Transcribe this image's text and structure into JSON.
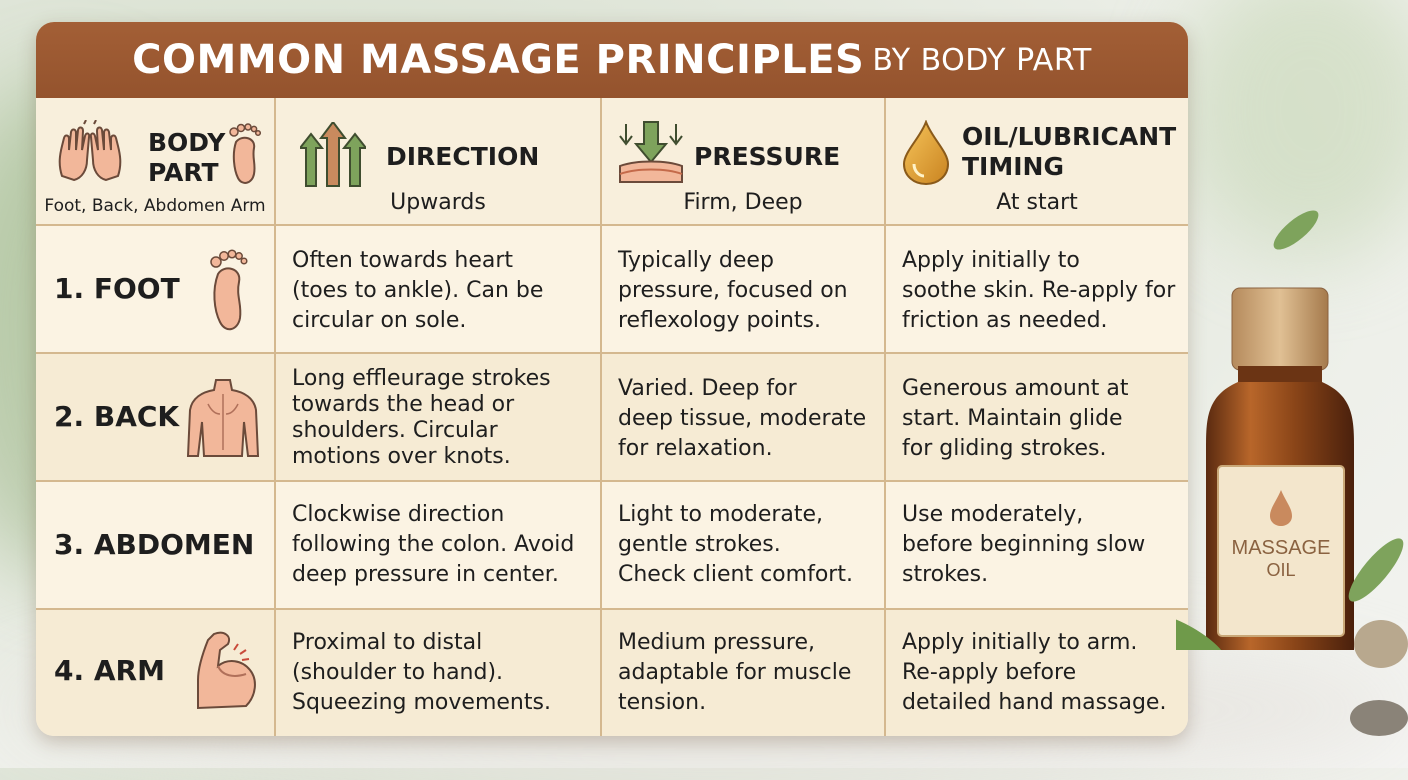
{
  "title_main": "COMMON MASSAGE PRINCIPLES",
  "title_sub": "BY BODY PART",
  "header": [
    {
      "title_lines": [
        "BODY",
        "PART"
      ],
      "sub": "Foot, Back, Abdomen Arm",
      "icon": "hands-foot-icon"
    },
    {
      "title_lines": [
        "DIRECTION"
      ],
      "sub": "Upwards",
      "icon": "up-arrows-icon"
    },
    {
      "title_lines": [
        "PRESSURE"
      ],
      "sub": "Firm, Deep",
      "icon": "pressure-arrows-icon"
    },
    {
      "title_lines": [
        "OIL/LUBRICANT",
        "TIMING"
      ],
      "sub": "At start",
      "icon": "oil-drop-icon"
    }
  ],
  "rows": [
    {
      "label": "1. FOOT",
      "icon": "foot-icon",
      "direction": [
        "Often towards heart",
        "(toes to ankle). Can be",
        "circular on sole."
      ],
      "pressure": [
        "Typically deep",
        "pressure, focused on",
        "reflexology points."
      ],
      "oil": [
        "Apply initially to",
        "soothe skin. Re-apply for",
        "friction as needed."
      ]
    },
    {
      "label": "2. BACK",
      "icon": "back-icon",
      "direction": [
        "Long effleurage strokes",
        "towards the head or",
        "shoulders. Circular",
        "motions over knots."
      ],
      "pressure": [
        "Varied. Deep for",
        "deep tissue, moderate",
        "for relaxation."
      ],
      "oil": [
        "Generous amount at",
        "start. Maintain glide",
        "for gliding strokes."
      ]
    },
    {
      "label": "3. ABDOMEN",
      "icon": "",
      "direction": [
        "Clockwise direction",
        "following the colon. Avoid",
        "deep pressure in center."
      ],
      "pressure": [
        "Light to moderate,",
        "gentle strokes.",
        "Check client comfort."
      ],
      "oil": [
        "Use moderately,",
        "before beginning slow",
        "strokes."
      ]
    },
    {
      "label": "4. ARM",
      "icon": "arm-muscle-icon",
      "direction": [
        "Proximal to distal",
        "(shoulder to hand).",
        "Squeezing movements."
      ],
      "pressure": [
        "Medium pressure,",
        "adaptable for muscle",
        "tension."
      ],
      "oil": [
        "Apply initially to arm.",
        "Re-apply before",
        "detailed hand massage."
      ]
    }
  ],
  "bottle_label": [
    "MASSAGE",
    "OIL"
  ],
  "colors": {
    "banner": "#9c5a32",
    "card": "#f8efdc",
    "border": "#d4b88f",
    "green": "#7ea35c",
    "skin": "#f2b79a"
  }
}
